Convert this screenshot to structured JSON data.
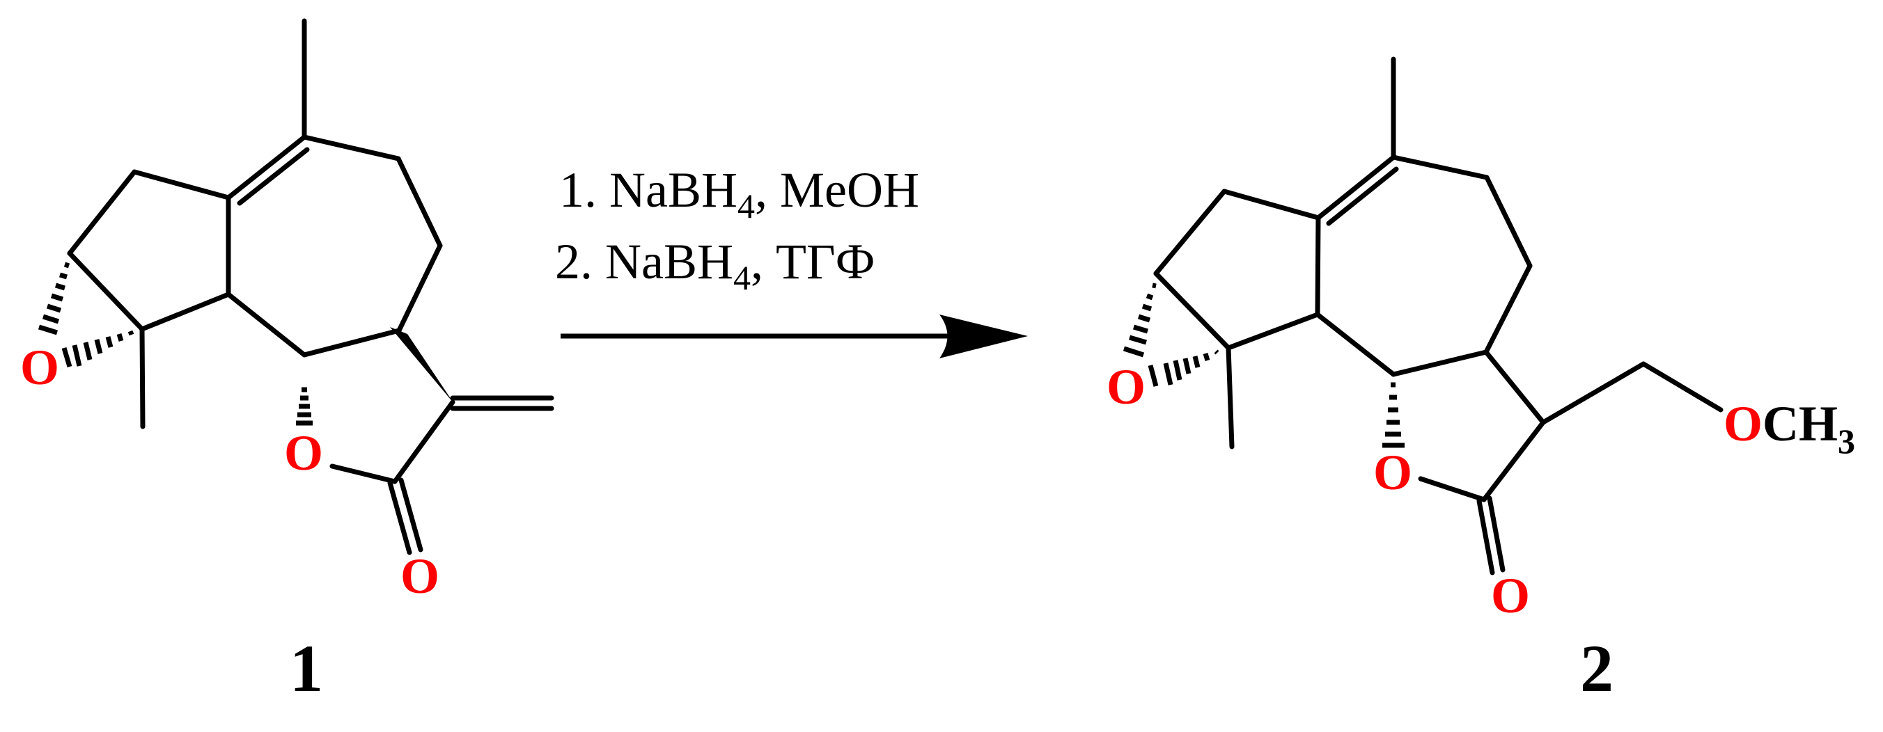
{
  "scheme": {
    "type": "reaction-scheme",
    "reactant": {
      "label": "1",
      "atoms": {
        "epoxide_O": "O",
        "lactone_O": "O",
        "carbonyl_O": "O"
      }
    },
    "arrow": {
      "conditions": [
        {
          "step": "1.",
          "reagent": "NaBH",
          "sub": "4",
          "solvent": ", MeOH"
        },
        {
          "step": "2.",
          "reagent": "NaBH",
          "sub": "4",
          "solvent": ", ТГФ"
        }
      ]
    },
    "product": {
      "label": "2",
      "atoms": {
        "epoxide_O": "O",
        "lactone_O": "O",
        "carbonyl_O": "O",
        "methoxy_O": "O",
        "methoxy_C": "CH",
        "methoxy_sub": "3"
      }
    },
    "colors": {
      "oxygen": "#ff0000",
      "bond": "#000000",
      "background": "#ffffff"
    }
  }
}
